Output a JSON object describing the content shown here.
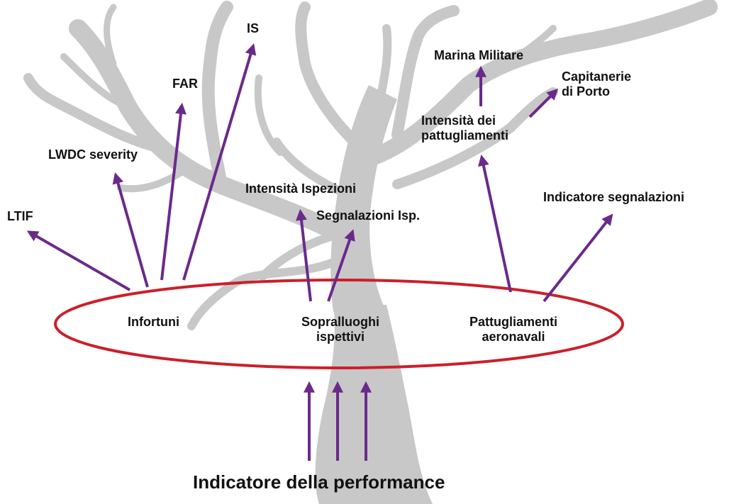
{
  "colors": {
    "tree": "#c8c8c8",
    "arrow": "#6a2a8a",
    "ellipse": "#cc1f2a",
    "text": "#111111"
  },
  "labels": {
    "is": "IS",
    "far": "FAR",
    "lwdc": "LWDC severity",
    "ltif": "LTIF",
    "infortuni": "Infortuni",
    "intensita_ispezioni": "Intensità Ispezioni",
    "segnalazioni_isp": "Segnalazioni Isp.",
    "sopralluoghi_line1": "Sopralluoghi",
    "sopralluoghi_line2": "ispettivi",
    "marina_militare": "Marina Militare",
    "capitanerie_line1": "Capitanerie",
    "capitanerie_line2": "di Porto",
    "intensita_pattugliamenti_line1": "Intensità dei",
    "intensita_pattugliamenti_line2": "pattugliamenti",
    "indicatore_segnalazioni": "Indicatore segnalazioni",
    "pattugliamenti_line1": "Pattugliamenti",
    "pattugliamenti_line2": "aeronavali",
    "footer": "Indicatore della performance"
  }
}
